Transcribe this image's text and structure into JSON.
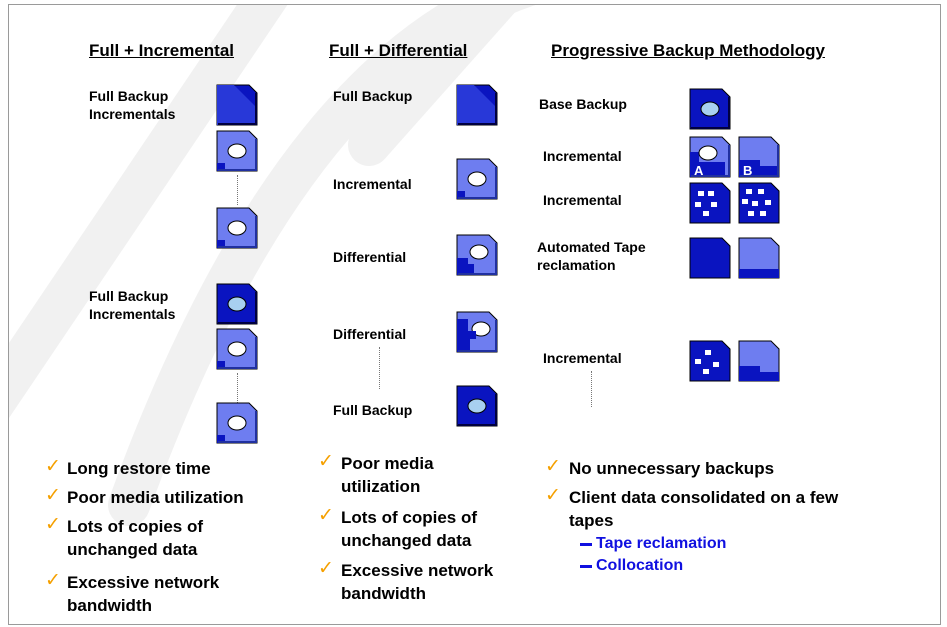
{
  "columns": {
    "full_incremental": {
      "heading": "Full + Incremental",
      "labels": {
        "full_backup_1": "Full Backup",
        "incrementals_1": "Incrementals",
        "full_backup_2": "Full Backup",
        "incrementals_2": "Incrementals"
      },
      "bullets": [
        "Long restore time",
        "Poor media utilization",
        "Lots of copies of",
        "unchanged data",
        "Excessive network",
        "bandwidth"
      ]
    },
    "full_differential": {
      "heading": "Full + Differential",
      "labels": {
        "full_backup_1": "Full Backup",
        "incremental": "Incremental",
        "differential_1": "Differential",
        "differential_2": "Differential",
        "full_backup_2": "Full Backup"
      },
      "bullets": [
        "Poor media",
        "utilization",
        "Lots of copies of",
        "unchanged data",
        "Excessive network",
        "bandwidth"
      ]
    },
    "progressive": {
      "heading": "Progressive Backup Methodology",
      "labels": {
        "base_backup": "Base Backup",
        "incremental_1": "Incremental",
        "incremental_2": "Incremental",
        "automated_line1": "Automated Tape",
        "automated_line2": "reclamation",
        "incremental_3": "Incremental"
      },
      "tape_letters": {
        "a": "A",
        "b": "B"
      },
      "bullets": [
        "No unnecessary backups",
        "Client data consolidated on a few",
        "tapes"
      ],
      "sub_items": [
        "Tape reclamation",
        "Collocation"
      ]
    }
  },
  "colors": {
    "dark_tape": "#0a14c0",
    "light_tape": "#6e7df0",
    "check": "#f5a000",
    "sub_item": "#1010e0"
  },
  "icons": {
    "check": "checkmark-icon",
    "dash": "dash-icon",
    "tape": "tape-cartridge-icon"
  }
}
